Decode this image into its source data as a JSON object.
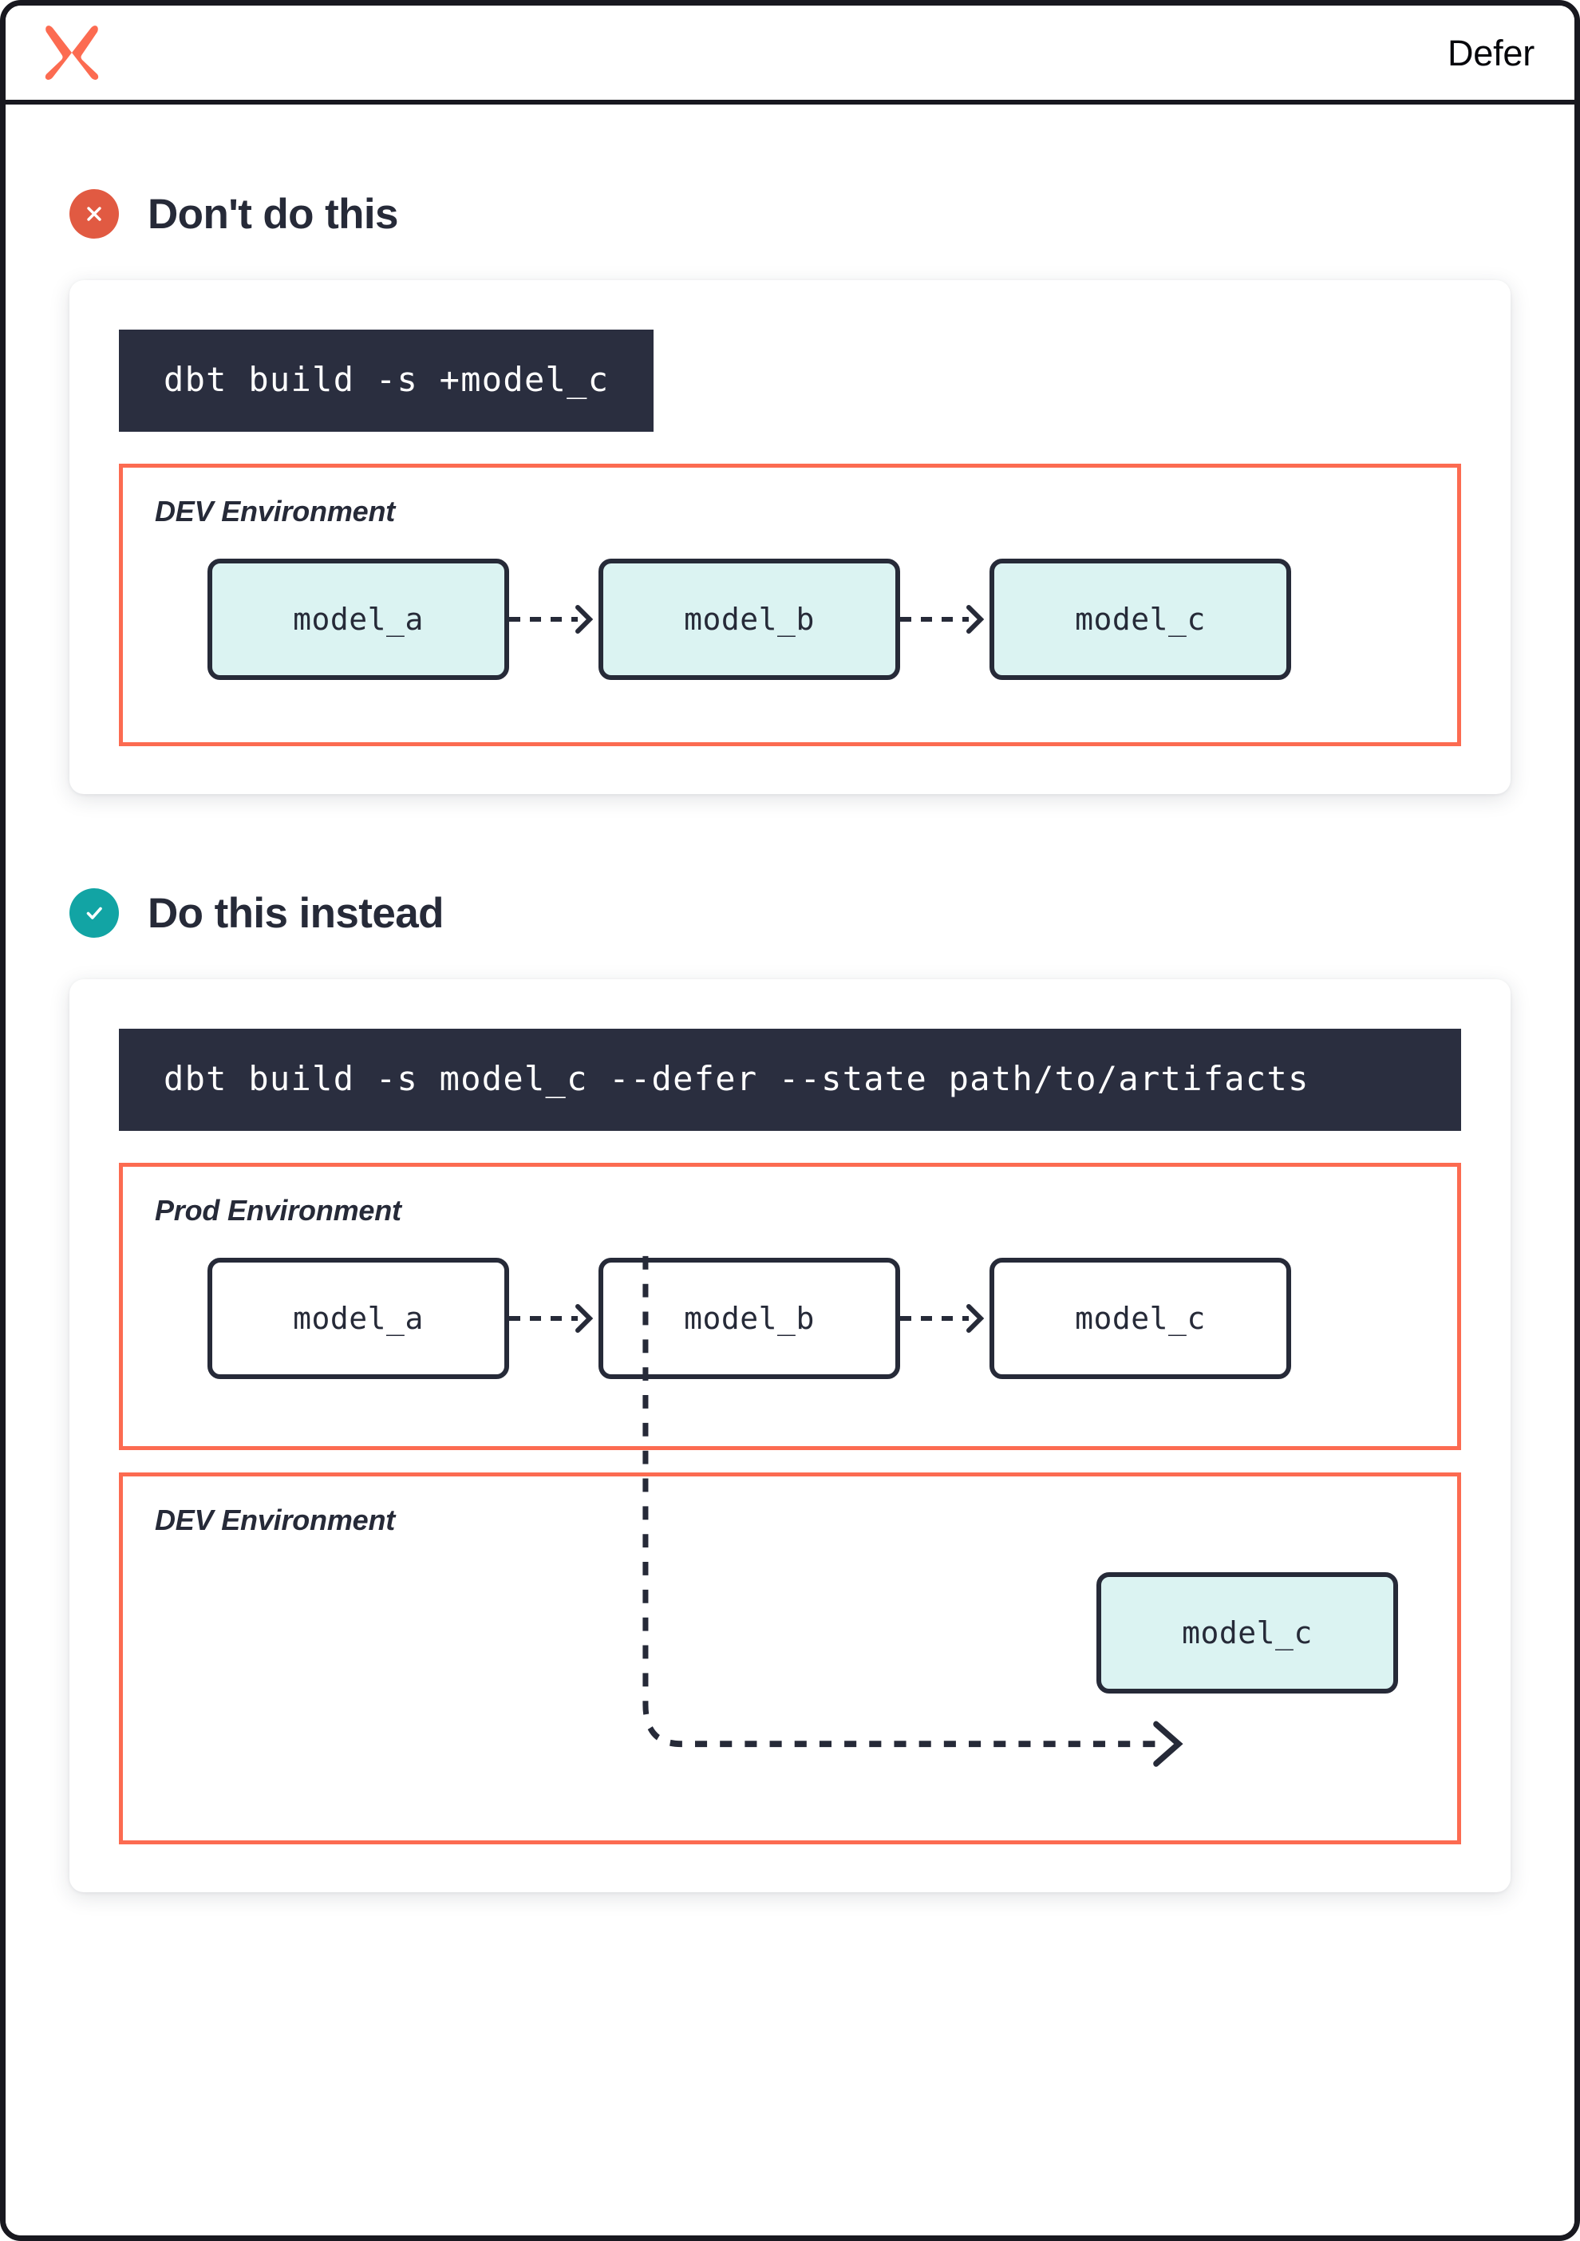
{
  "header": {
    "logo_icon": "dbt-logo-icon",
    "title": "Defer",
    "logo_color": "#fc6b51"
  },
  "colors": {
    "accent_orange": "#fc6b51",
    "bad_badge": "#e15a42",
    "good_badge": "#12a4a4",
    "code_bg": "#2a2e3f",
    "node_fill": "#dbf3f2",
    "ink": "#262a38"
  },
  "sections": [
    {
      "id": "dont-do-this",
      "badge_icon": "x-circle-icon",
      "badge_kind": "red",
      "title": "Don't do this",
      "code": "dbt build -s +model_c",
      "environments": [
        {
          "id": "dev-env-1",
          "label": "DEV Environment",
          "nodes": [
            {
              "name": "model_a",
              "filled": true
            },
            {
              "name": "model_b",
              "filled": true
            },
            {
              "name": "model_c",
              "filled": true
            }
          ]
        }
      ]
    },
    {
      "id": "do-this-instead",
      "badge_icon": "check-circle-icon",
      "badge_kind": "teal",
      "title": "Do this instead",
      "code": "dbt build -s model_c --defer --state path/to/artifacts",
      "environments": [
        {
          "id": "prod-env",
          "label": "Prod Environment",
          "nodes": [
            {
              "name": "model_a",
              "filled": false
            },
            {
              "name": "model_b",
              "filled": false
            },
            {
              "name": "model_c",
              "filled": false
            }
          ]
        },
        {
          "id": "dev-env-2",
          "label": "DEV Environment",
          "nodes": [
            {
              "name": "model_c",
              "filled": true
            }
          ]
        }
      ]
    }
  ],
  "connector": {
    "name": "defer-connector",
    "from": "prod.model_b",
    "to": "dev.model_c",
    "style": "dashed"
  }
}
